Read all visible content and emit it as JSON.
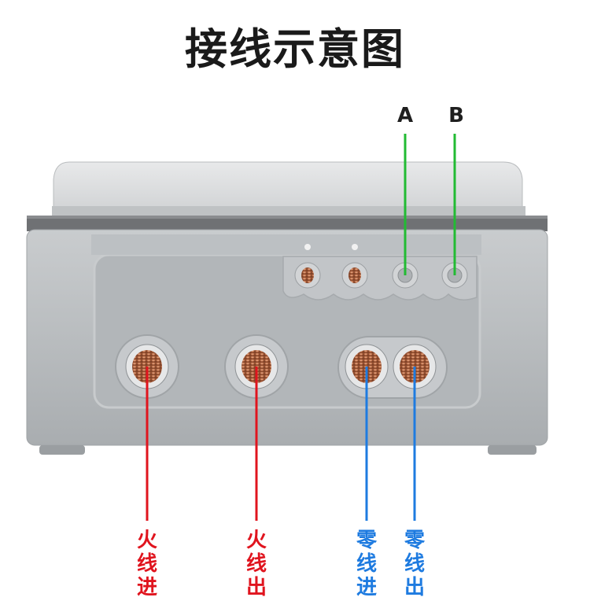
{
  "title": "接线示意图",
  "terminals": {
    "a": {
      "label": "A",
      "color": "#22bb33"
    },
    "b": {
      "label": "B",
      "color": "#22bb33"
    }
  },
  "wires": {
    "live_in": {
      "label": [
        "火",
        "线",
        "进"
      ],
      "color": "#e0141e"
    },
    "live_out": {
      "label": [
        "火",
        "线",
        "出"
      ],
      "color": "#e0141e"
    },
    "neutral_in": {
      "label": [
        "零",
        "线",
        "进"
      ],
      "color": "#1e7be0"
    },
    "neutral_out": {
      "label": [
        "零",
        "线",
        "出"
      ],
      "color": "#1e7be0"
    }
  }
}
